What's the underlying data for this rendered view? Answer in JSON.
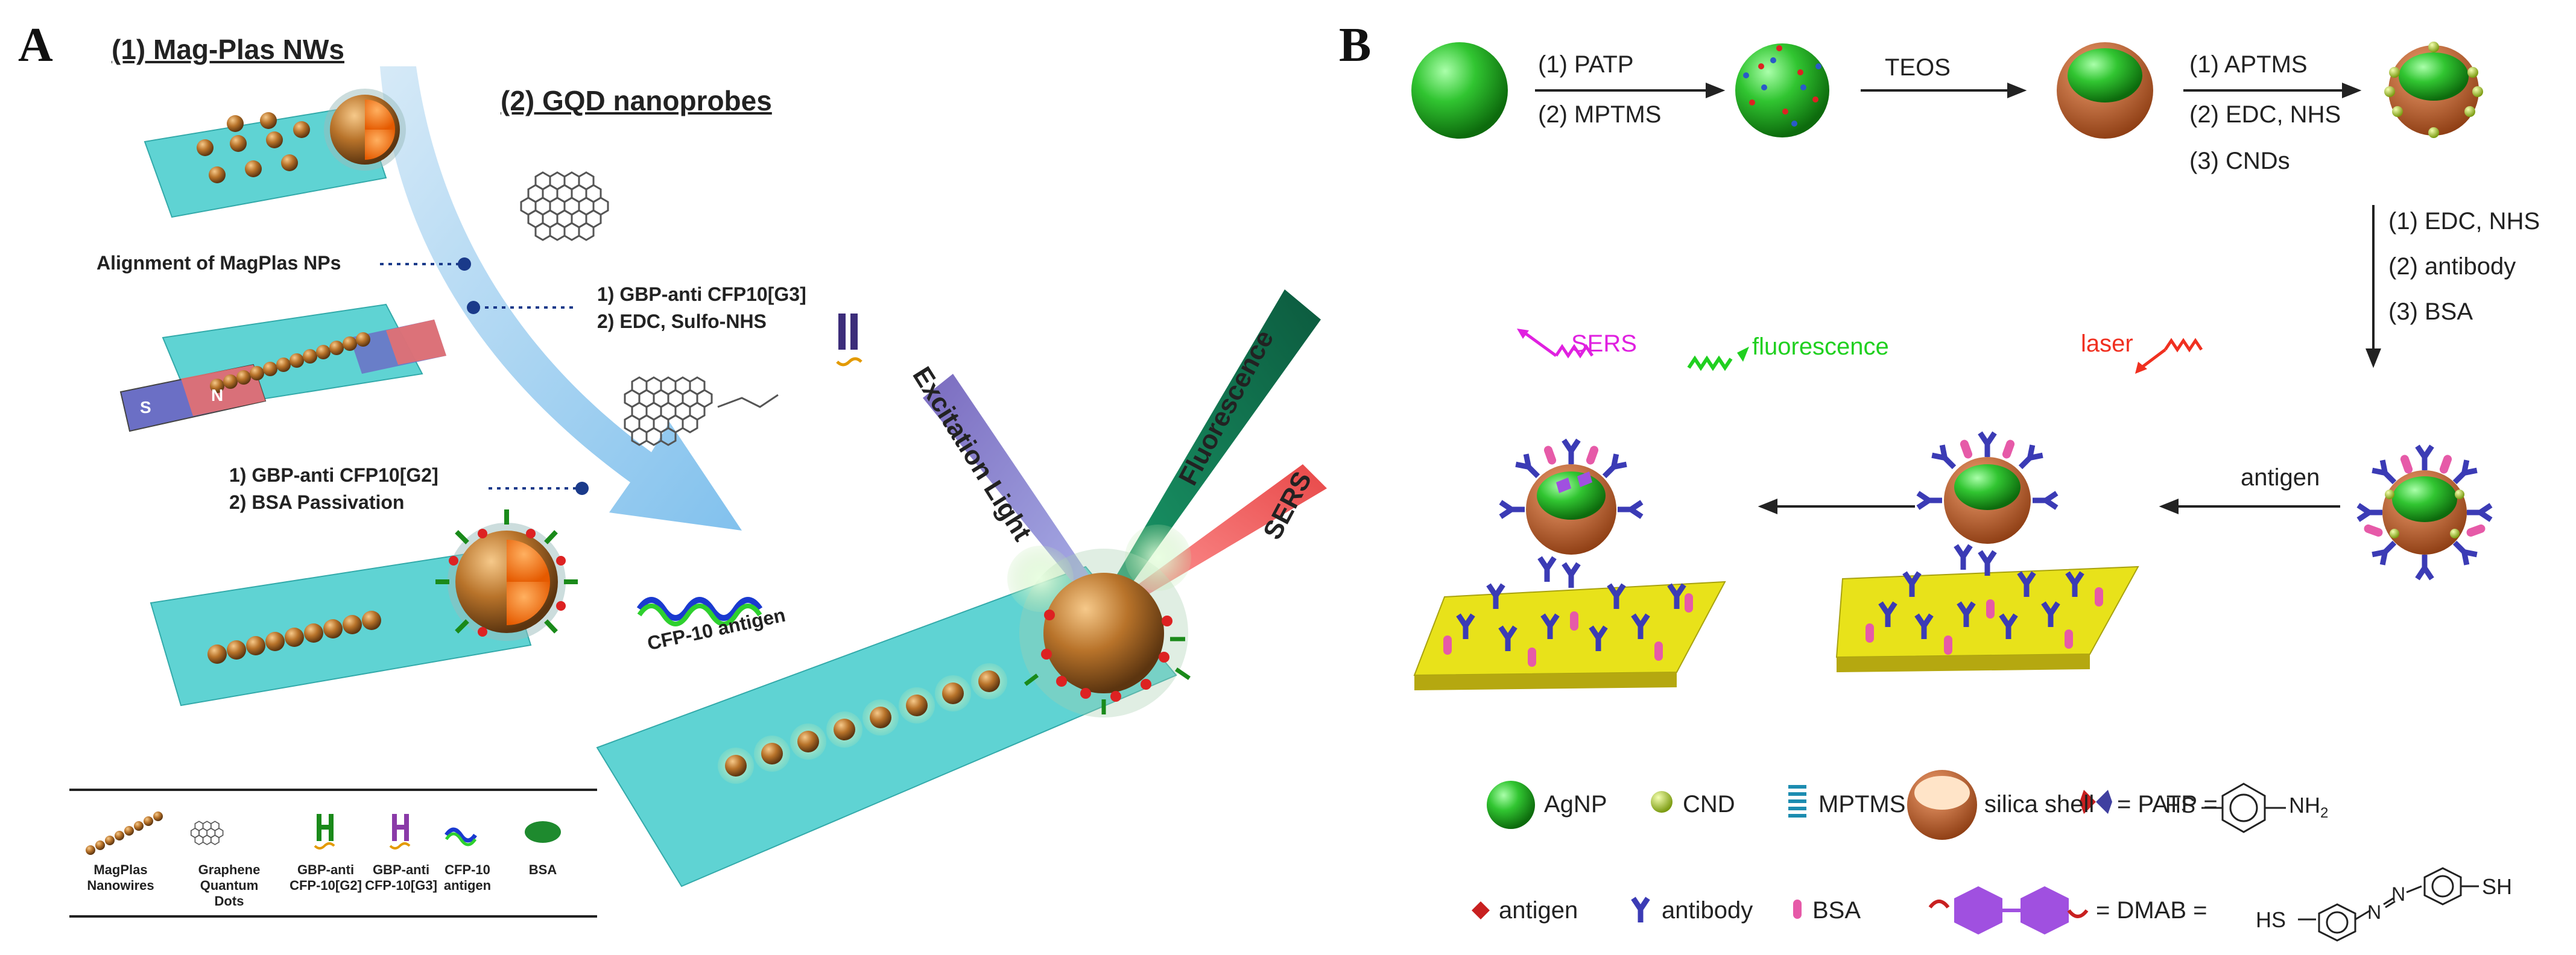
{
  "panel_a": {
    "letter": "A",
    "heading1": "(1) Mag-Plas NWs",
    "heading2": "(2) GQD nanoprobes",
    "alignment_label": "Alignment of MagPlas NPs",
    "step_g3_1": "1) GBP-anti CFP10[G3]",
    "step_g3_2": "2) EDC, Sulfo-NHS",
    "step_g2_1": "1) GBP-anti CFP10[G2]",
    "step_g2_2": "2) BSA Passivation",
    "magnet_s": "S",
    "magnet_n": "N",
    "antigen_label": "CFP-10 antigen",
    "beam_excitation": "Excitation Light",
    "beam_fluorescence": "Fluorescence",
    "beam_sers": "SERS",
    "legend": [
      {
        "label": "MagPlas Nanowires",
        "icon": "nanowire-icon"
      },
      {
        "label": "Graphene Quantum Dots",
        "icon": "graphene-icon"
      },
      {
        "label": "GBP-anti CFP-10[G2]",
        "icon": "green-antibody-icon"
      },
      {
        "label": "GBP-anti CFP-10[G3]",
        "icon": "purple-antibody-icon"
      },
      {
        "label": "CFP-10 antigen",
        "icon": "antigen-ribbon-icon"
      },
      {
        "label": "BSA",
        "icon": "bsa-ellipse-icon"
      }
    ],
    "colors": {
      "substrate": "#5fd3d3",
      "particle": "#b8732a",
      "core": "#ff7a1a",
      "arrow": "#8fc7ec"
    }
  },
  "panel_b": {
    "letter": "B",
    "step1_a": "(1) PATP",
    "step1_b": "(2) MPTMS",
    "step2": "TEOS",
    "step3_a": "(1) APTMS",
    "step3_b": "(2) EDC, NHS",
    "step3_c": "(3) CNDs",
    "step4_a": "(1) EDC, NHS",
    "step4_b": "(2) antibody",
    "step4_c": "(3) BSA",
    "antigen_arrow": "antigen",
    "sers_label": "SERS",
    "fluorescence_label": "fluorescence",
    "laser_label": "laser",
    "legend": {
      "agnp": "AgNP",
      "cnd": "CND",
      "mptms": "MPTMS",
      "silica": "silica shell",
      "patp_eq": "= PATP =",
      "patp_formula_left": "HS",
      "patp_formula_right": "NH",
      "patp_sub": "2",
      "antigen": "antigen",
      "antibody": "antibody",
      "bsa": "BSA",
      "dmab_eq": "= DMAB =",
      "dmab_left": "HS",
      "dmab_right": "SH",
      "dmab_n1": "N",
      "dmab_n2": "N"
    },
    "colors": {
      "agnp": "#2fb52f",
      "shell": "#c8652a",
      "antibody": "#3b3bb5",
      "bsa": "#e65aa8",
      "substrate": "#e8e21a",
      "cnd": "#b8d43a",
      "sers": "#e020e0",
      "fluor": "#20d020",
      "laser": "#f03020",
      "dmab": "#a050e0"
    }
  }
}
